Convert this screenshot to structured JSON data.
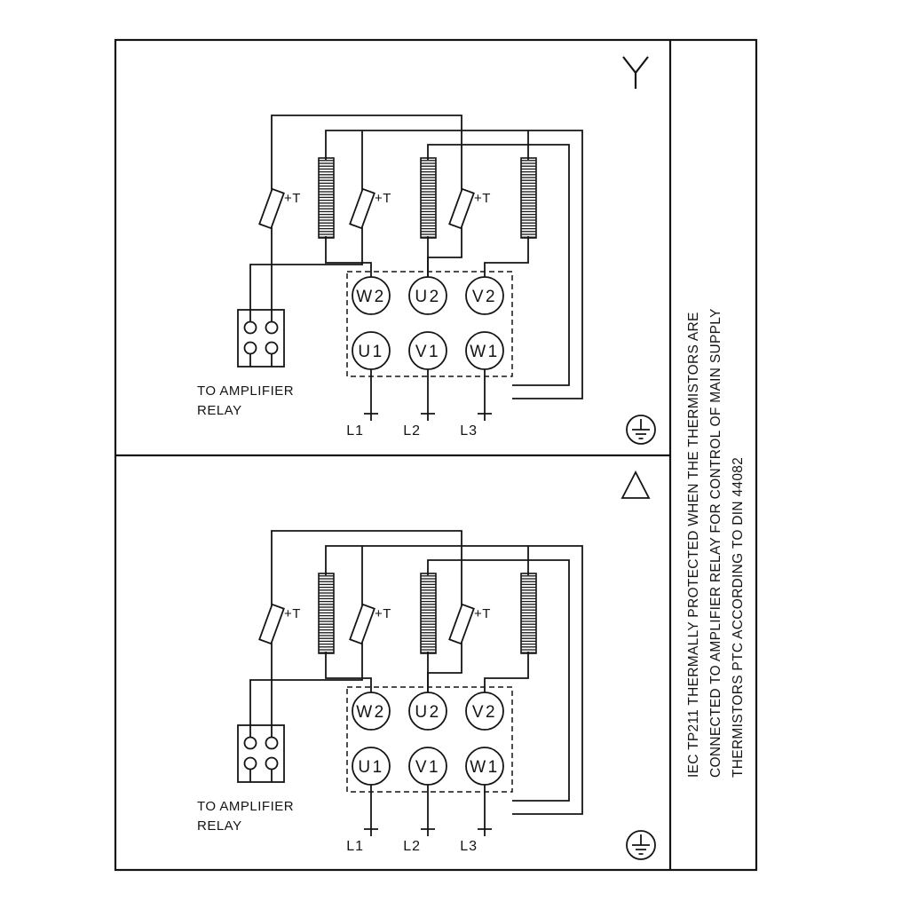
{
  "labels": {
    "w2": "W2",
    "u2": "U2",
    "v2": "V2",
    "u1": "U1",
    "v1": "V1",
    "w1": "W1",
    "thermistor": "+T",
    "l1": "L1",
    "l2": "L2",
    "l3": "L3",
    "amplifier1": "TO AMPLIFIER",
    "amplifier2": "RELAY"
  },
  "note": {
    "line1": "IEC TP211 THERMALLY PROTECTED WHEN THE THERMISTORS ARE",
    "line2": "CONNECTED TO AMPLIFIER RELAY FOR CONTROL OF MAIN SUPPLY",
    "line3": "THERMISTORS PTC ACCORDING TO DIN 44082"
  },
  "panels": [
    {
      "name": "star-connection",
      "symbol": "wye"
    },
    {
      "name": "delta-connection",
      "symbol": "delta"
    }
  ],
  "colors": {
    "line": "#141414",
    "background": "#ffffff"
  }
}
